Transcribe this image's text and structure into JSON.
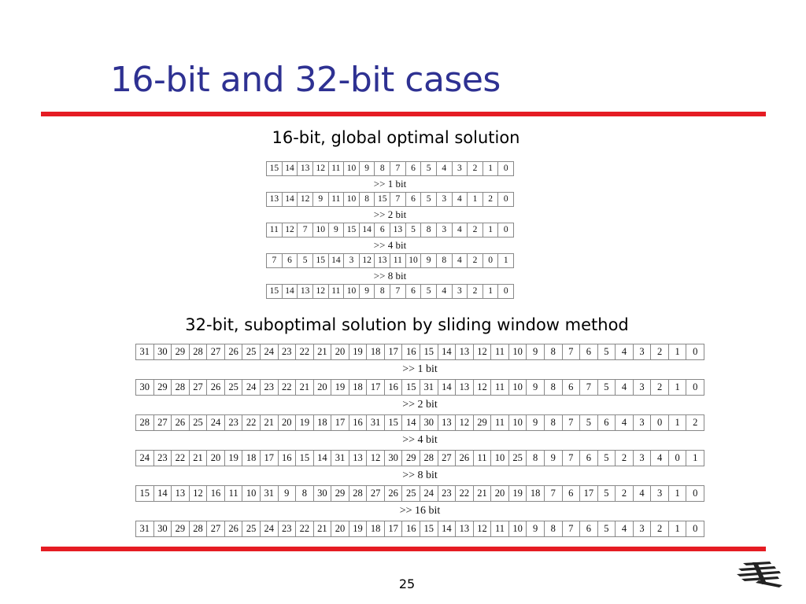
{
  "title": "16-bit and 32-bit cases",
  "caption16": "16-bit, global optimal solution",
  "table16": {
    "rows": [
      [
        "15",
        "14",
        "13",
        "12",
        "11",
        "10",
        "9",
        "8",
        "7",
        "6",
        "5",
        "4",
        "3",
        "2",
        "1",
        "0"
      ],
      [
        "13",
        "14",
        "12",
        "9",
        "11",
        "10",
        "8",
        "15",
        "7",
        "6",
        "5",
        "3",
        "4",
        "1",
        "2",
        "0"
      ],
      [
        "11",
        "12",
        "7",
        "10",
        "9",
        "15",
        "14",
        "6",
        "13",
        "5",
        "8",
        "3",
        "4",
        "2",
        "1",
        "0"
      ],
      [
        "7",
        "6",
        "5",
        "15",
        "14",
        "3",
        "12",
        "13",
        "11",
        "10",
        "9",
        "8",
        "4",
        "2",
        "0",
        "1"
      ],
      [
        "15",
        "14",
        "13",
        "12",
        "11",
        "10",
        "9",
        "8",
        "7",
        "6",
        "5",
        "4",
        "3",
        "2",
        "1",
        "0"
      ]
    ],
    "shifts": [
      ">> 1 bit",
      ">> 2 bit",
      ">> 4 bit",
      ">> 8 bit"
    ]
  },
  "caption32": "32-bit, suboptimal solution by sliding window method",
  "table32": {
    "rows": [
      [
        "31",
        "30",
        "29",
        "28",
        "27",
        "26",
        "25",
        "24",
        "23",
        "22",
        "21",
        "20",
        "19",
        "18",
        "17",
        "16",
        "15",
        "14",
        "13",
        "12",
        "11",
        "10",
        "9",
        "8",
        "7",
        "6",
        "5",
        "4",
        "3",
        "2",
        "1",
        "0"
      ],
      [
        "30",
        "29",
        "28",
        "27",
        "26",
        "25",
        "24",
        "23",
        "22",
        "21",
        "20",
        "19",
        "18",
        "17",
        "16",
        "15",
        "31",
        "14",
        "13",
        "12",
        "11",
        "10",
        "9",
        "8",
        "6",
        "7",
        "5",
        "4",
        "3",
        "2",
        "1",
        "0"
      ],
      [
        "28",
        "27",
        "26",
        "25",
        "24",
        "23",
        "22",
        "21",
        "20",
        "19",
        "18",
        "17",
        "16",
        "31",
        "15",
        "14",
        "30",
        "13",
        "12",
        "29",
        "11",
        "10",
        "9",
        "8",
        "7",
        "5",
        "6",
        "4",
        "3",
        "0",
        "1",
        "2"
      ],
      [
        "24",
        "23",
        "22",
        "21",
        "20",
        "19",
        "18",
        "17",
        "16",
        "15",
        "14",
        "31",
        "13",
        "12",
        "30",
        "29",
        "28",
        "27",
        "26",
        "11",
        "10",
        "25",
        "8",
        "9",
        "7",
        "6",
        "5",
        "2",
        "3",
        "4",
        "0",
        "1"
      ],
      [
        "15",
        "14",
        "13",
        "12",
        "16",
        "11",
        "10",
        "31",
        "9",
        "8",
        "30",
        "29",
        "28",
        "27",
        "26",
        "25",
        "24",
        "23",
        "22",
        "21",
        "20",
        "19",
        "18",
        "7",
        "6",
        "17",
        "5",
        "2",
        "4",
        "3",
        "1",
        "0"
      ],
      [
        "31",
        "30",
        "29",
        "28",
        "27",
        "26",
        "25",
        "24",
        "23",
        "22",
        "21",
        "20",
        "19",
        "18",
        "17",
        "16",
        "15",
        "14",
        "13",
        "12",
        "11",
        "10",
        "9",
        "8",
        "7",
        "6",
        "5",
        "4",
        "3",
        "2",
        "1",
        "0"
      ]
    ],
    "shifts": [
      ">> 1 bit",
      ">> 2 bit",
      ">> 4 bit",
      ">> 8 bit",
      ">> 16 bit"
    ]
  },
  "page_number": "25"
}
